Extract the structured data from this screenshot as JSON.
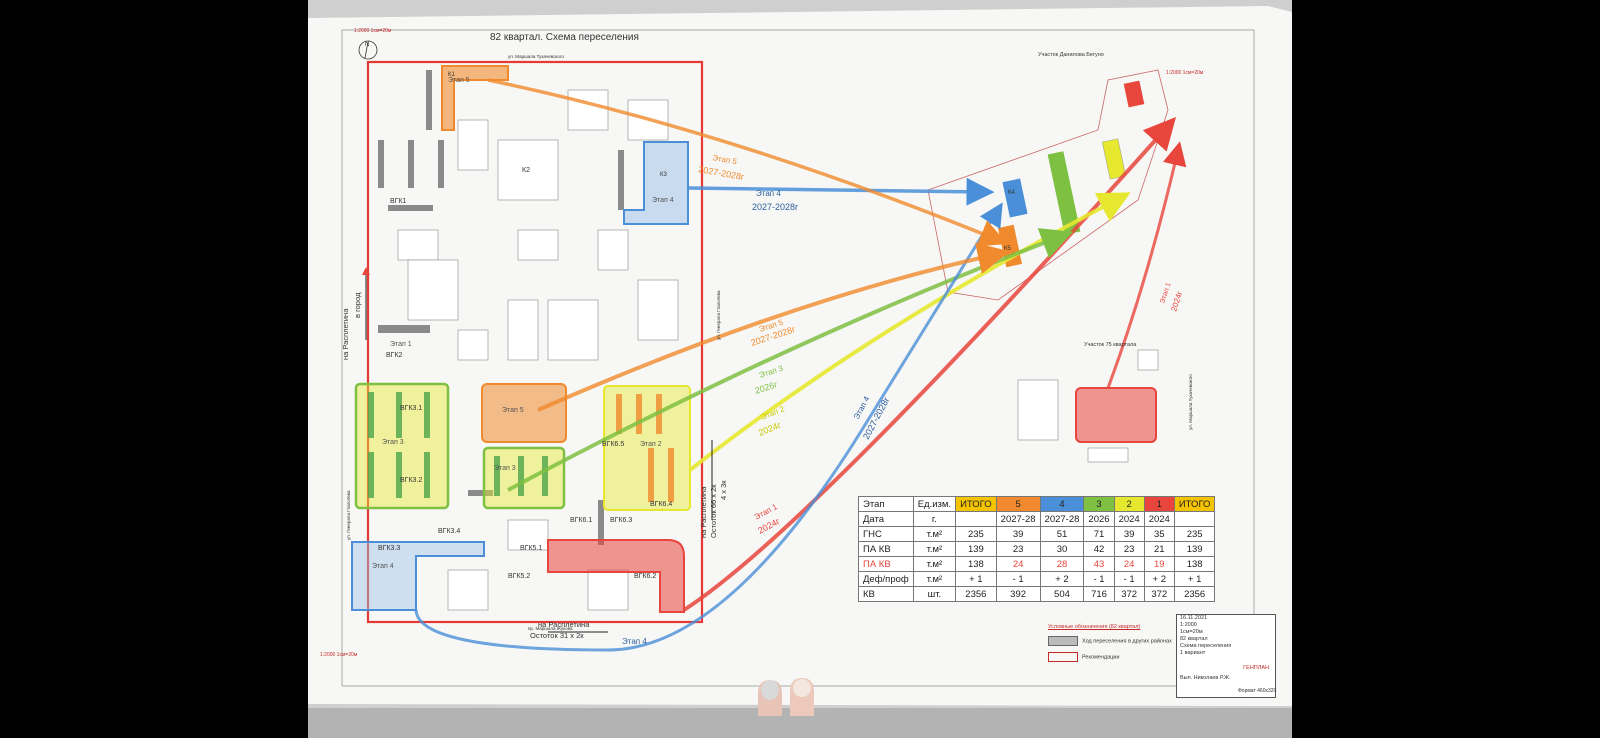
{
  "title": "82 квартал. Схема переселения",
  "scales": {
    "top_left": "1:2000\n1см=20м",
    "bottom_left": "1:2000\n1см=20м",
    "right_plot": "1:2000\n1см=20м"
  },
  "north_label": "N",
  "plot_labels": {
    "target_area": "Участок Данилова Бегуно",
    "plot_75": "Участок 75 квартала"
  },
  "streets": {
    "top": "ул. Маршала Тухачевского",
    "left": "ул. Генерала Глаголева",
    "bottom": "пр. Маршала Жукова",
    "right": "ул. Генерала Глаголева",
    "far_right": "ул. Маршала Тухачевского"
  },
  "direction_labels": {
    "left_a": "на Расплетина",
    "left_b": "в город",
    "right_a": "на Расплетина",
    "right_b": "Остоток 66 х 2к",
    "right_c": "4 х 3к",
    "bottom_a": "на Расплетина",
    "bottom_b": "Остоток 31 х 2к"
  },
  "blocks": {
    "vgk1": "ВГК1",
    "vgk2": "ВГК2",
    "vgk31": "ВГК3.1",
    "vgk32": "ВГК3.2",
    "vgk33": "ВГК3.3",
    "vgk34": "ВГК3.4",
    "vgk51": "ВГК5.1",
    "vgk52": "ВГК5.2",
    "vgk61": "ВГК6.1",
    "vgk62": "ВГК6.2",
    "vgk63": "ВГК6.3",
    "vgk64": "ВГК6.4",
    "vgk65": "ВГК6.5",
    "k1": "К1",
    "k2": "К2",
    "k3": "К3",
    "k4": "К4",
    "k5": "К5"
  },
  "stage_labels": {
    "stage1": "Этап 1",
    "stage2": "Этап 2",
    "stage3": "Этап 3",
    "stage4": "Этап 4",
    "stage5": "Этап 5",
    "stage1_date": "2024г",
    "stage2_date": "2024г",
    "stage3_date": "2026г",
    "stage4_date": "2027-2028г",
    "stage5_date": "2027-2028г"
  },
  "legend": {
    "headers": [
      "Этап",
      "Ед.изм.",
      "ИТОГО",
      "5",
      "4",
      "3",
      "2",
      "1",
      "ИТОГО"
    ],
    "header_colors": [
      "#ffffff",
      "#ffffff",
      "#f5c400",
      "#f08a2c",
      "#4a8fd8",
      "#7ec042",
      "#e6e830",
      "#e8453c",
      "#f5c400"
    ],
    "rows": [
      {
        "label": "Дата",
        "unit": "г.",
        "values": [
          "",
          "2027-28",
          "2027-28",
          "2026",
          "2024",
          "2024",
          ""
        ]
      },
      {
        "label": "ГНС",
        "unit": "т.м²",
        "values": [
          "235",
          "39",
          "51",
          "71",
          "39",
          "35",
          "235"
        ]
      },
      {
        "label": "ПА КВ",
        "unit": "т.м²",
        "values": [
          "139",
          "23",
          "30",
          "42",
          "23",
          "21",
          "139"
        ]
      },
      {
        "label": "ПА КВ",
        "unit": "т.м²",
        "values": [
          "138",
          "24",
          "28",
          "43",
          "24",
          "19",
          "138"
        ]
      },
      {
        "label": "Деф/проф",
        "unit": "т.м²",
        "values": [
          "+ 1",
          "- 1",
          "+ 2",
          "- 1",
          "- 1",
          "+ 2",
          "+ 1"
        ]
      },
      {
        "label": "КВ",
        "unit": "шт.",
        "values": [
          "2356",
          "392",
          "504",
          "716",
          "372",
          "372",
          "2356"
        ]
      }
    ]
  },
  "legend_notes": {
    "title": "Условные обозначения (82 квартал)",
    "item1": "Ход переселения в других районах",
    "item2": "Рекомендации"
  },
  "title_block": {
    "date": "16.11.2021",
    "scale": "1:2000",
    "scale2": "1см=20м",
    "name1": "82 квартал",
    "name2": "Схема переселения",
    "variant": "1 вариант",
    "author": "Вып. Николаев Р.Ж.",
    "logo": "ГЕНПЛАН",
    "format": "Формат 460х320"
  },
  "colors": {
    "stage1": "#e8453c",
    "stage2": "#e6e830",
    "stage3": "#7ec042",
    "stage4": "#4a8fd8",
    "stage5": "#f08a2c",
    "boundary": "#e53935"
  }
}
